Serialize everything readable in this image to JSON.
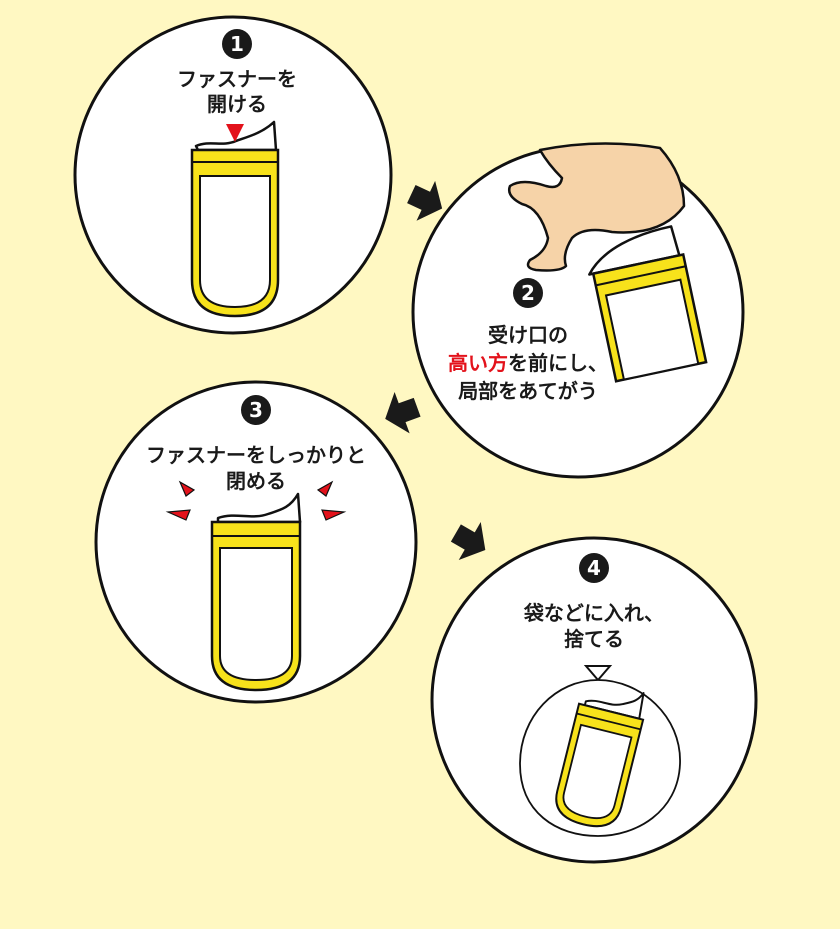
{
  "colors": {
    "background": "#FFF8C2",
    "circle_fill": "#FFFFFF",
    "outline": "#111111",
    "bag_band": "#F7E21B",
    "accent_red": "#E3121B",
    "skin": "#F6D3A8"
  },
  "steps": [
    {
      "number": "1",
      "lines": [
        "ファスナーを",
        "開ける"
      ]
    },
    {
      "number": "2",
      "line1": "受け口の",
      "line2_highlight": "高い方",
      "line2_rest": "を前にし、",
      "line3": "局部をあてがう"
    },
    {
      "number": "3",
      "lines": [
        "ファスナーをしっかりと",
        "閉める"
      ]
    },
    {
      "number": "4",
      "lines": [
        "袋などに入れ、",
        "捨てる"
      ]
    }
  ]
}
